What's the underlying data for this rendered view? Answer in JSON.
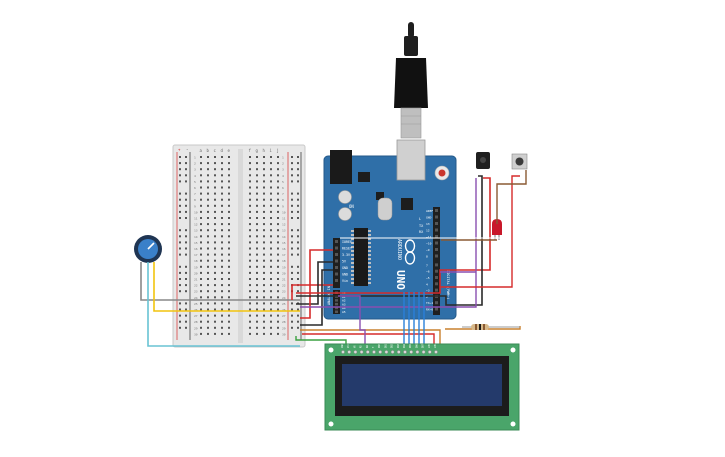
{
  "board": {
    "brand": "ARDUINO",
    "model": "UNO",
    "power_pins": [
      "IOREF",
      "RESET",
      "3.3V",
      "5V",
      "GND",
      "GND",
      "Vin"
    ],
    "analog_pins": [
      "A0",
      "A1",
      "A2",
      "A3",
      "A4",
      "A5"
    ],
    "digital_label": "DIGITAL (PWM~)",
    "analog_label": "ANALOG IN",
    "header_top": [
      "AREF",
      "GND",
      "13",
      "12",
      "~11",
      "~10",
      "~9",
      "8"
    ],
    "header_bottom": [
      "7",
      "~6",
      "~5",
      "4",
      "~3",
      "2",
      "TX→1",
      "RX←0"
    ],
    "on_label": "ON",
    "tx_label": "TX",
    "rx_label": "RX",
    "l_label": "L"
  },
  "breadboard": {
    "columns_left": [
      "a",
      "b",
      "c",
      "d",
      "e"
    ],
    "columns_right": [
      "f",
      "g",
      "h",
      "i",
      "j"
    ],
    "row_numbers": [
      "1",
      "2",
      "3",
      "4",
      "5",
      "6",
      "7",
      "8",
      "9",
      "10",
      "11",
      "12",
      "13",
      "14",
      "15",
      "16",
      "17",
      "18",
      "19",
      "20",
      "21",
      "22",
      "23",
      "24",
      "25",
      "26",
      "27",
      "28",
      "29",
      "30"
    ],
    "rail_plus": "+",
    "rail_minus": "-"
  },
  "lcd": {
    "pin_labels": [
      "GND",
      "VCC",
      "V0",
      "RS",
      "RW",
      "E",
      "DB0",
      "DB1",
      "DB2",
      "DB3",
      "DB4",
      "DB5",
      "DB6",
      "DB7",
      "LED",
      "LED"
    ],
    "screen_color": "#243a6b"
  },
  "colors": {
    "board": "#2f6fa8",
    "lcd_pcb": "#4aa56a",
    "wire_red": "#d62b2b",
    "wire_black": "#2a2a2a",
    "wire_gray": "#888888",
    "wire_yellow": "#f2c40f",
    "wire_cyan": "#68c3d4",
    "wire_purple": "#8a4fb0",
    "wire_orange": "#c9812e",
    "wire_blue": "#2a7fd8",
    "wire_brown": "#8a5a33",
    "wire_green": "#3aa040",
    "led_red": "#c8182a"
  },
  "icons": {
    "usb_cable": "usb-cable-icon",
    "potentiometer": "potentiometer-icon",
    "pushbutton": "pushbutton-icon",
    "led": "led-icon",
    "resistor": "resistor-icon",
    "buzzer": "buzzer-icon"
  }
}
